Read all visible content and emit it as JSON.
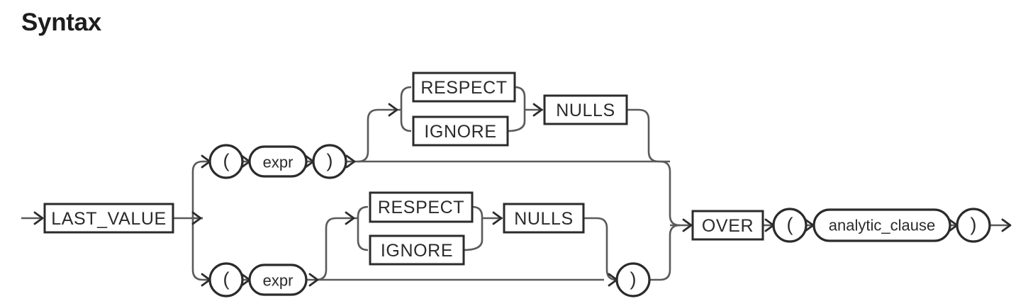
{
  "page": {
    "title": "Syntax"
  },
  "diagram": {
    "name": "last-value-analytic-function-railroad-diagram",
    "type": "railroad-syntax-diagram",
    "colors": {
      "rail": "#5a5a5a",
      "outline": "#2b2b2b",
      "text": "#2b2b2b",
      "background": "#ffffff",
      "title": "#1d1d1d"
    },
    "nodes": {
      "last_value": "LAST_VALUE",
      "open_paren": "(",
      "close_paren": ")",
      "expr": "expr",
      "respect": "RESPECT",
      "ignore": "IGNORE",
      "nulls": "NULLS",
      "over": "OVER",
      "analytic_clause": "analytic_clause"
    },
    "paths": [
      {
        "name": "upper-branch",
        "sequence": [
          "(",
          "expr",
          ")",
          "RESPECT|IGNORE",
          "NULLS",
          "OVER",
          "(",
          "analytic_clause",
          ")"
        ]
      },
      {
        "name": "lower-branch",
        "sequence": [
          "(",
          "expr",
          "RESPECT|IGNORE",
          "NULLS",
          ")",
          "OVER",
          "(",
          "analytic_clause",
          ")"
        ]
      }
    ]
  }
}
